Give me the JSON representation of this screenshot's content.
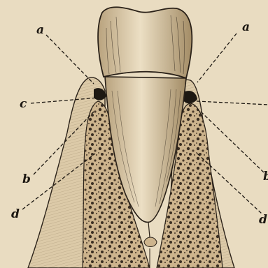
{
  "figure": {
    "labels": [
      {
        "id": "a-left",
        "text": "a"
      },
      {
        "id": "a-right",
        "text": "a"
      },
      {
        "id": "c-left",
        "text": "c"
      },
      {
        "id": "b-left",
        "text": "b"
      },
      {
        "id": "b-right",
        "text": "b"
      },
      {
        "id": "d-left",
        "text": "d"
      },
      {
        "id": "d-right",
        "text": "d"
      }
    ]
  },
  "colors": {
    "paper": "#e9dcc1",
    "gum": "#d9c6a5",
    "bone": "#c9b28c",
    "tooth": "#e4d4b3",
    "ink": "#2a2118"
  }
}
